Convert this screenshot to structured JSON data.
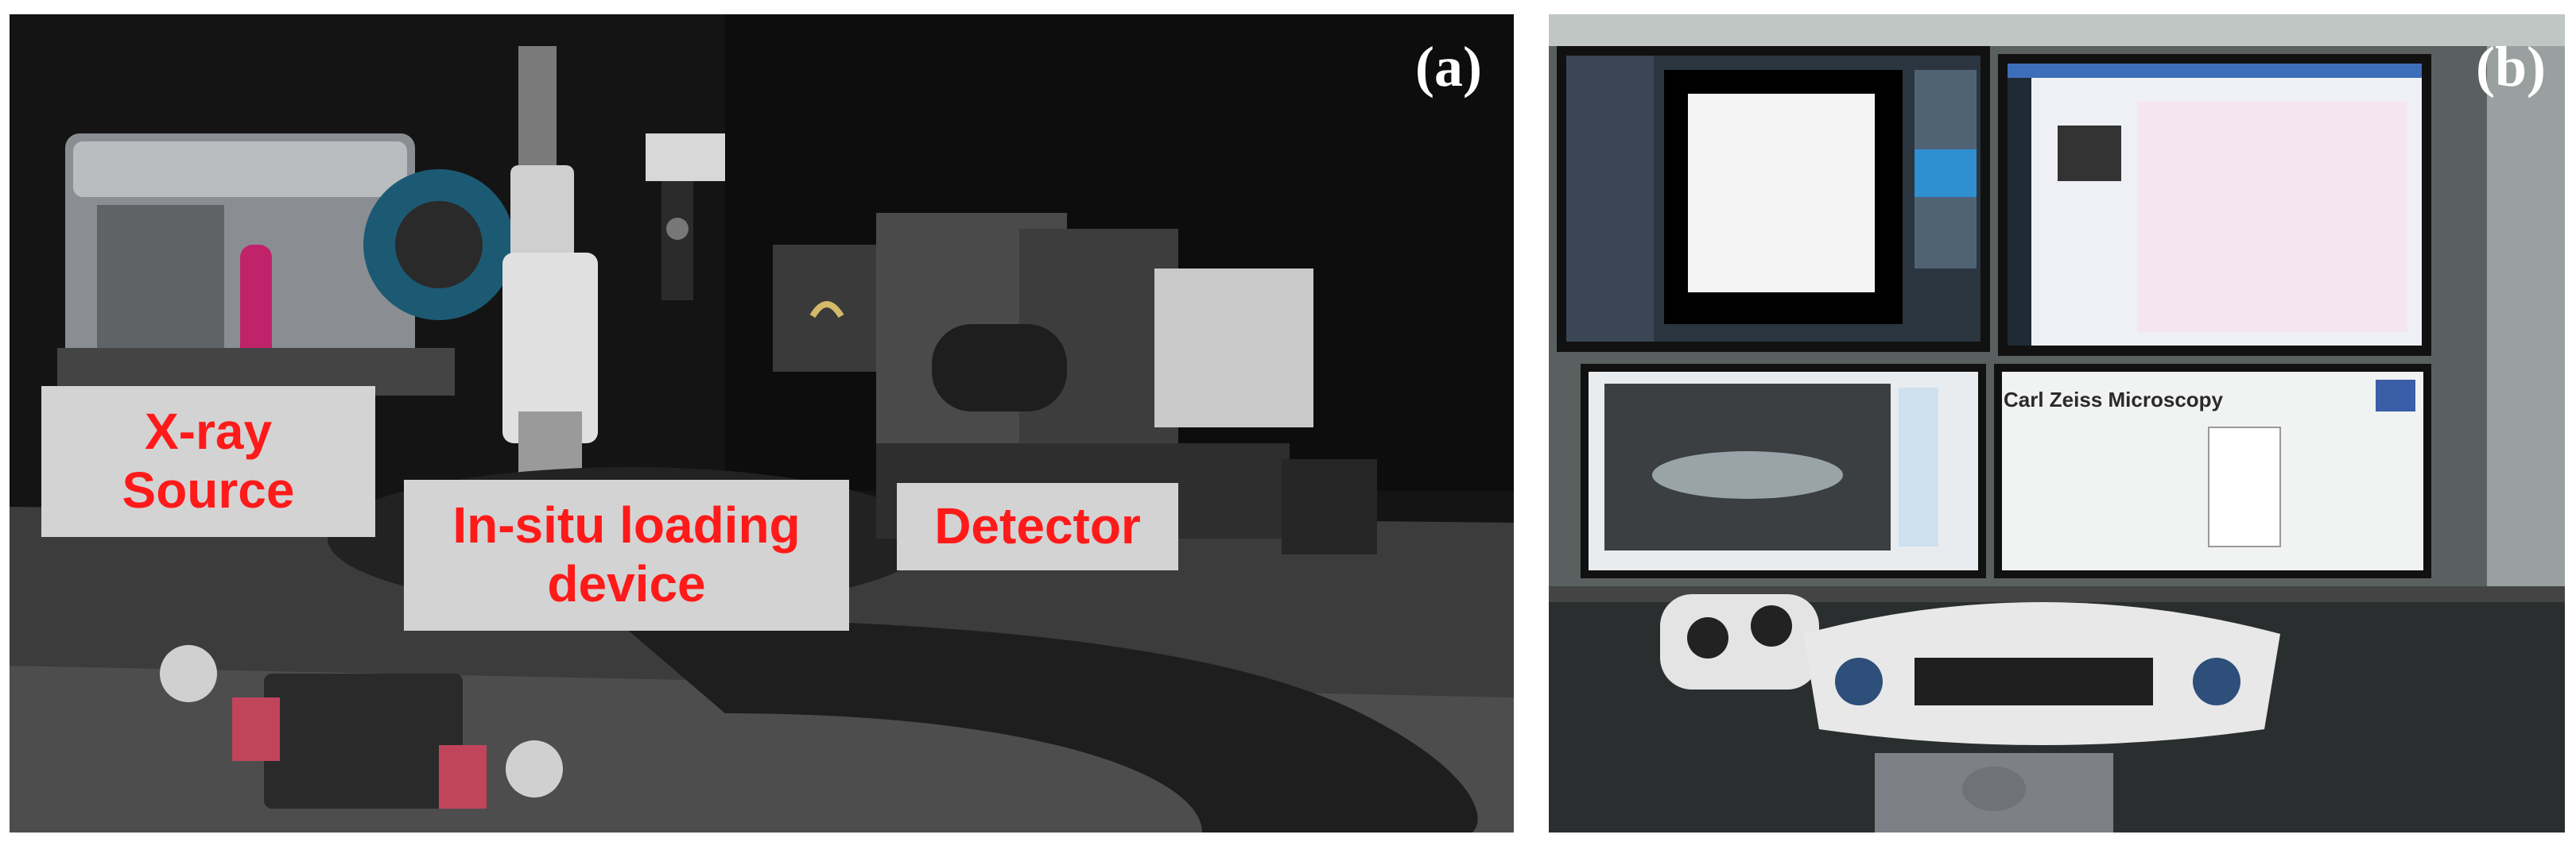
{
  "figure": {
    "panels": [
      {
        "id": "a",
        "label": "(a)",
        "callouts": {
          "source": "X-ray\nSource",
          "loading": "In-situ loading\ndevice",
          "detector": "Detector"
        }
      },
      {
        "id": "b",
        "label": "(b)",
        "screen_text": {
          "brand": "Carl Zeiss Microscopy"
        }
      }
    ]
  },
  "colors": {
    "callout_fill": "#d3d3d3",
    "callout_text": "#ff1a1a",
    "panel_label": "#ffffff"
  }
}
